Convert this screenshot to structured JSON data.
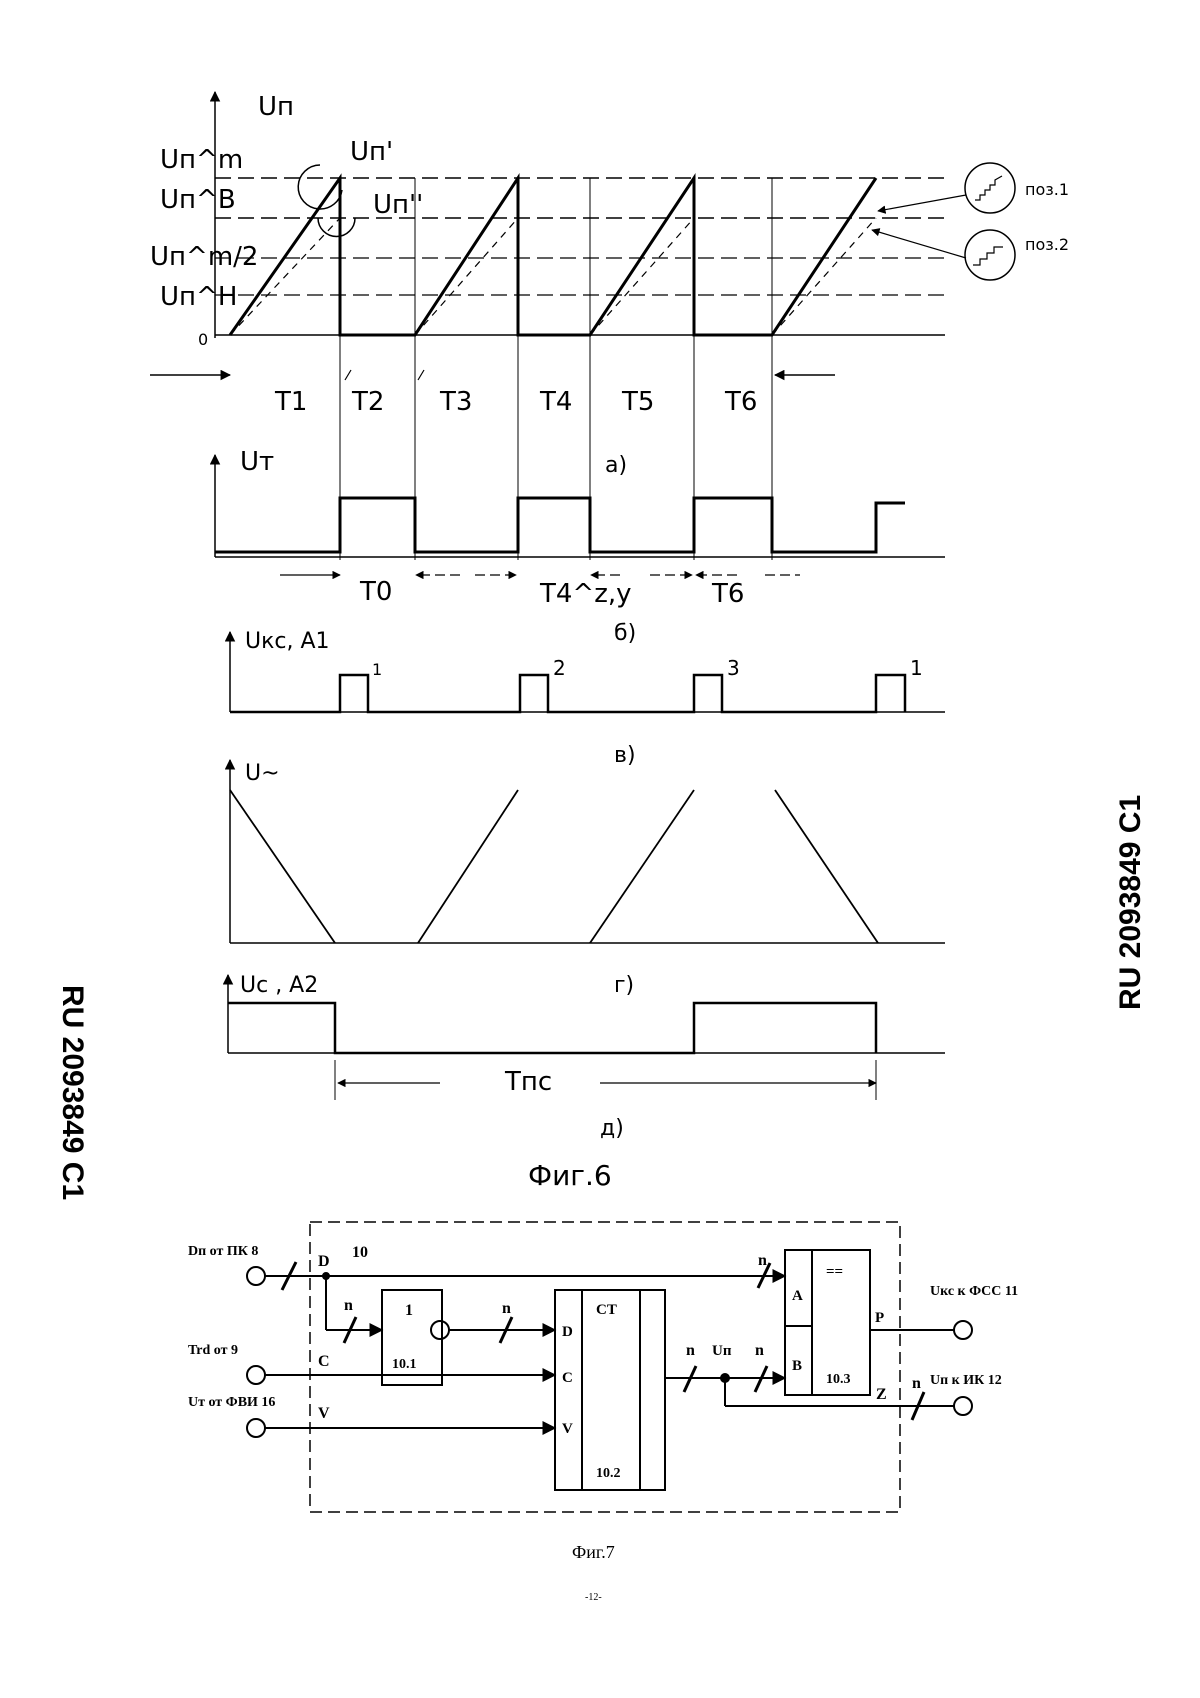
{
  "figure6": {
    "caption": "Фиг.6",
    "axis_a_label": "Uп",
    "level_m": "Uп^m",
    "level_b": "Uп^B",
    "level_half": "Uп^m/2",
    "level_h": "Uп^H",
    "zero": "0",
    "curve1_label": "Uп'",
    "curve2_label": "Uп''",
    "pos1": "поз.1",
    "pos2": "поз.2",
    "periods": [
      "T1",
      "T2",
      "T3",
      "T4",
      "T5",
      "T6"
    ],
    "sub_a": "а)",
    "axis_b_label": "Uт",
    "b_periods": [
      "T0",
      "T4^z,y",
      "T6"
    ],
    "sub_b": "б)",
    "axis_v_label": "Uкс, A1",
    "pulse_numbers": [
      "1",
      "2",
      "3",
      "1"
    ],
    "sub_v": "в)",
    "axis_g_label": "U~",
    "sub_g": "г)",
    "axis_d_label": "Uс , A2",
    "period_tpc": "Tпс",
    "sub_d": "д)"
  },
  "figure7": {
    "caption": "Фиг.7",
    "block_number": "10",
    "input1": "Dп от ПК 8",
    "input2": "Trd от 9",
    "input3": "Uт от ФВИ 16",
    "pin_D": "D",
    "pin_C": "C",
    "pin_V": "V",
    "inv_symbol": "1",
    "inv_id": "10.1",
    "counter_title": "CT",
    "counter_D": "D",
    "counter_C": "C",
    "counter_V": "V",
    "counter_id": "10.2",
    "comp_symbol": "==",
    "comp_A": "A",
    "comp_B": "B",
    "comp_id": "10.3",
    "comp_P": "P",
    "bus_n": "n",
    "node_un": "Uп",
    "node_z": "Z",
    "output1": "Uкс к ФСС 11",
    "output2": "Uп  к ИК 12"
  },
  "page_number": "-12-",
  "side_left": "RU  2093849  C1",
  "side_right": "RU  2093849  C1"
}
